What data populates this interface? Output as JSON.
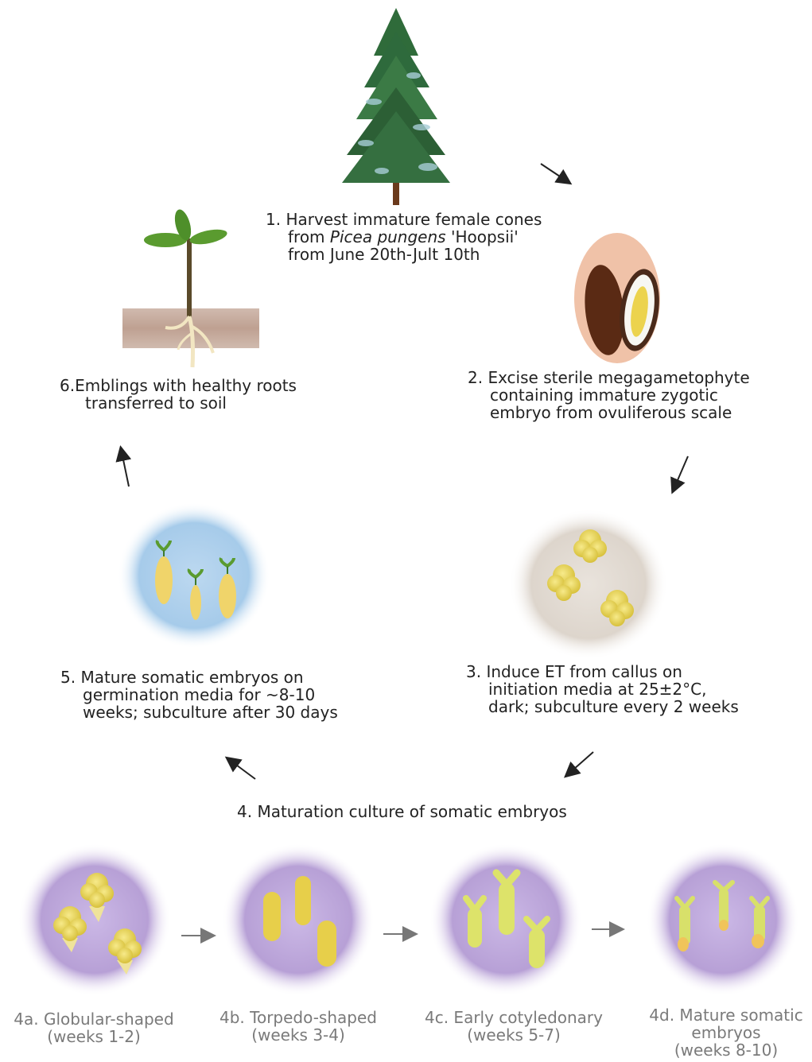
{
  "steps": {
    "s1": {
      "line1": "1. Harvest immature female cones",
      "line2_pre": "from ",
      "line2_italic": "Picea pungens",
      "line2_post": " 'Hoopsii'",
      "line3": "from June 20th-Jult 10th"
    },
    "s2": {
      "line1": "2. Excise sterile megagametophyte",
      "line2": "containing immature zygotic",
      "line3": "embryo from ovuliferous scale"
    },
    "s3": {
      "line1": "3. Induce ET from callus on",
      "line2": "initiation media at 25±2°C,",
      "line3": "dark; subculture every 2 weeks"
    },
    "s4": {
      "line1": "4. Maturation culture of somatic embryos"
    },
    "s5": {
      "line1": "5. Mature somatic embryos on",
      "line2": "germination media for ~8-10",
      "line3": "weeks; subculture after 30 days"
    },
    "s6": {
      "line1": "6.Emblings with healthy roots",
      "line2": "transferred to soil"
    }
  },
  "substages": [
    {
      "line1": "4a. Globular-shaped",
      "line2": "(weeks 1-2)"
    },
    {
      "line1": "4b. Torpedo-shaped",
      "line2": "(weeks 3-4)"
    },
    {
      "line1": "4c. Early cotyledonary",
      "line2": "(weeks 5-7)"
    },
    {
      "line1": "4d. Mature somatic",
      "line2": "embryos",
      "line3": "(weeks 8-10)"
    }
  ],
  "colors": {
    "tree": "#2f6b3a",
    "seed_coat": "#f0c2a8",
    "embryo_dark": "#5a2a14",
    "callus": "#e6d24a",
    "purple_dish": "#b9a3d8",
    "blue_dish": "#a9cdea",
    "soil": "#b08a78",
    "seedling_leaf": "#5a9b2f",
    "arrow": "#222222",
    "gray_arrow": "#777777"
  }
}
